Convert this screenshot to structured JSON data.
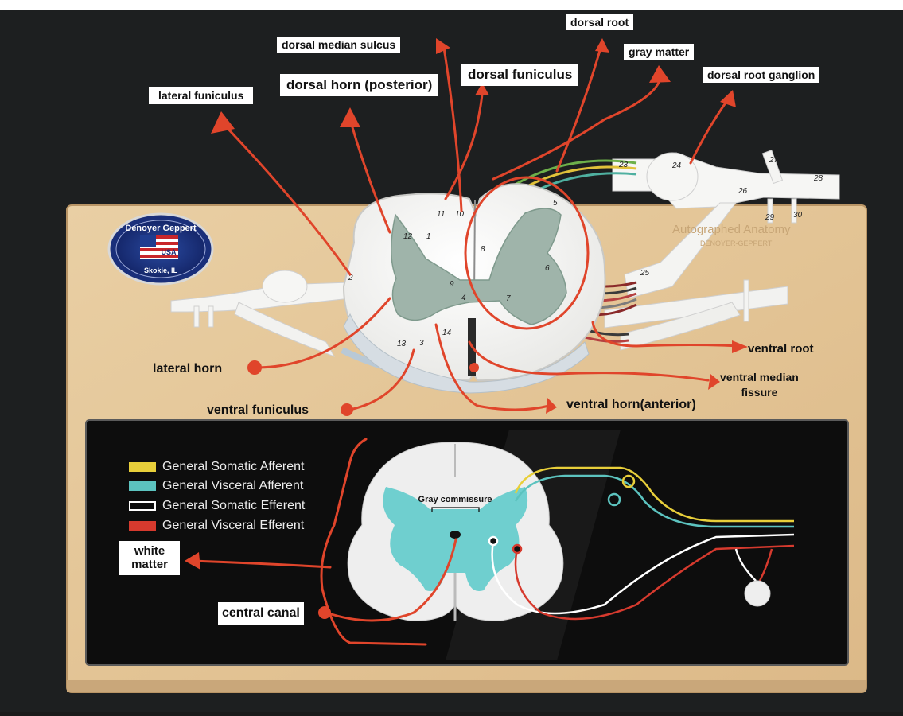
{
  "annotations": {
    "dorsal_median_sulcus": "dorsal median sulcus",
    "dorsal_root": "dorsal root",
    "gray_matter": "gray matter",
    "dorsal_root_ganglion": "dorsal root ganglion",
    "lateral_funiculus": "lateral funiculus",
    "dorsal_horn": "dorsal horn (posterior)",
    "dorsal_funiculus": "dorsal funiculus",
    "lateral_horn": "lateral horn",
    "ventral_funiculus": "ventral funiculus",
    "ventral_root": "ventral root",
    "ventral_median_fissure": "ventral median\nfissure",
    "ventral_horn": "ventral horn(anterior)",
    "white_matter": "white\nmatter",
    "central_canal": "central canal",
    "gray_commissure": "Gray commissure"
  },
  "legend": [
    {
      "label": "General Somatic Afferent",
      "color": "#e8cf3a"
    },
    {
      "label": "General Visceral Afferent",
      "color": "#5cc3bf"
    },
    {
      "label": "General Somatic Efferent",
      "color": "#ffffff"
    },
    {
      "label": "General Visceral Efferent",
      "color": "#d63a2e"
    }
  ],
  "badge": {
    "top_text": "Denoyer Geppert",
    "center_text": "USA",
    "bottom_text": "Skokie, IL"
  },
  "model_numbers": [
    "1",
    "2",
    "3",
    "4",
    "5",
    "6",
    "7",
    "8",
    "9",
    "10",
    "11",
    "12",
    "13",
    "14",
    "23",
    "24",
    "25",
    "26",
    "27",
    "28",
    "29",
    "30"
  ],
  "colors": {
    "annotation_red": "#e0452b",
    "wood": "#e6c99c",
    "panel": "#101010",
    "gray_matter_model": "#9fb4aa",
    "gray_matter_diagram": "#6fcfcf"
  }
}
